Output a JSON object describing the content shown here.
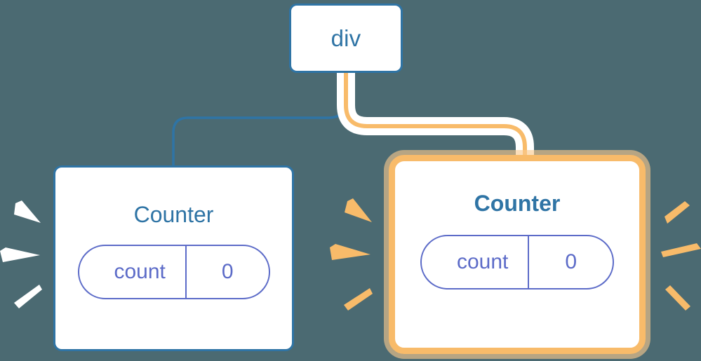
{
  "diagram": {
    "title": "Component re-render diagram",
    "background_color": "#4b6a72",
    "accent_blue": "#2f74a5",
    "accent_orange": "#f8bb6a",
    "accent_indigo": "#5c6bc8",
    "white": "#ffffff"
  },
  "nodes": {
    "root": {
      "label": "div",
      "border_color": "#2f74a5"
    },
    "counter_left": {
      "label": "Counter",
      "border_color": "#2f74a5",
      "highlighted": "false",
      "state": {
        "key": "count",
        "value": "0"
      }
    },
    "counter_right": {
      "label": "Counter",
      "border_color": "#f8bb6a",
      "highlighted": "true",
      "state": {
        "key": "count",
        "value": "0"
      }
    }
  },
  "edges": [
    {
      "name": "div-to-counter-left",
      "from": "div",
      "to": "Counter",
      "color": "#2f74a5",
      "highlighted": "false"
    },
    {
      "name": "div-to-counter-right",
      "from": "div",
      "to": "Counter",
      "color": "#f8bb6a",
      "highlighted": "true"
    }
  ],
  "sparkles": [
    {
      "name": "sparkle-left-outer",
      "color": "#ffffff",
      "rays": "3"
    },
    {
      "name": "sparkle-middle",
      "color": "#f8bb6a",
      "rays": "3"
    },
    {
      "name": "sparkle-right-outer",
      "color": "#f8bb6a",
      "rays": "3"
    }
  ]
}
